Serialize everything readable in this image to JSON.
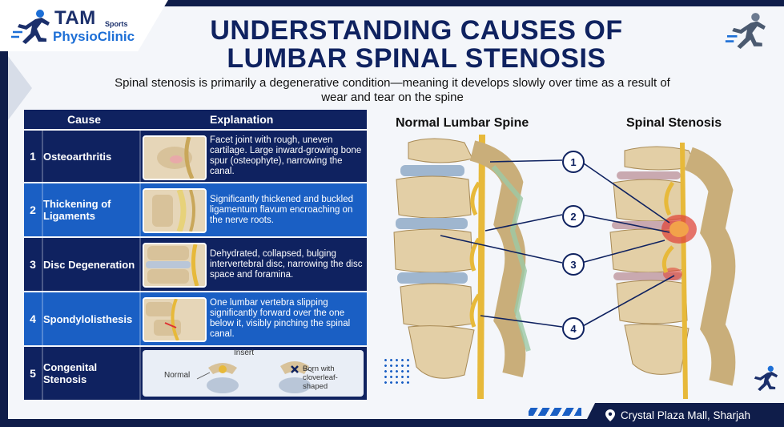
{
  "brand": {
    "name_top": "TAM",
    "name_sports": "Sports",
    "name_bottom": "PhysioClinic"
  },
  "title": {
    "line1": "UNDERSTANDING CAUSES OF",
    "line2": "LUMBAR SPINAL STENOSIS"
  },
  "subtitle": "Spinal stenosis is primarily a degenerative condition—meaning it develops slowly over time as a result of wear and tear on the spine",
  "table": {
    "headers": {
      "cause": "Cause",
      "explanation": "Explanation"
    },
    "rows": [
      {
        "num": "1",
        "cause": "Osteoarthritis",
        "explanation": "Facet joint with rough, uneven cartilage. Large inward-growing bone spur (osteophyte), narrowing the canal."
      },
      {
        "num": "2",
        "cause": "Thickening of Ligaments",
        "explanation": "Significantly thickened and buckled ligamentum flavum encroaching on the nerve roots."
      },
      {
        "num": "3",
        "cause": "Disc Degeneration",
        "explanation": "Dehydrated, collapsed, bulging intervertebral disc, narrowing the disc space and foramina."
      },
      {
        "num": "4",
        "cause": "Spondylolisthesis",
        "explanation": "One lumbar vertebra slipping significantly forward over the one below it, visibly pinching the spinal canal."
      },
      {
        "num": "5",
        "cause": "Congenital Stenosis",
        "insert_label": "Insert",
        "normal_label": "Normal",
        "born_label": "Born with cloverleaf-shaped"
      }
    ]
  },
  "diagram": {
    "normal_title": "Normal Lumbar Spine",
    "stenosis_title": "Spinal Stenosis",
    "markers": [
      "1",
      "2",
      "3",
      "4"
    ]
  },
  "footer": {
    "location": "Crystal Plaza Mall, Sharjah"
  },
  "colors": {
    "navy": "#0f2260",
    "blue": "#1a5fc4",
    "bone": "#e9dcc3"
  }
}
